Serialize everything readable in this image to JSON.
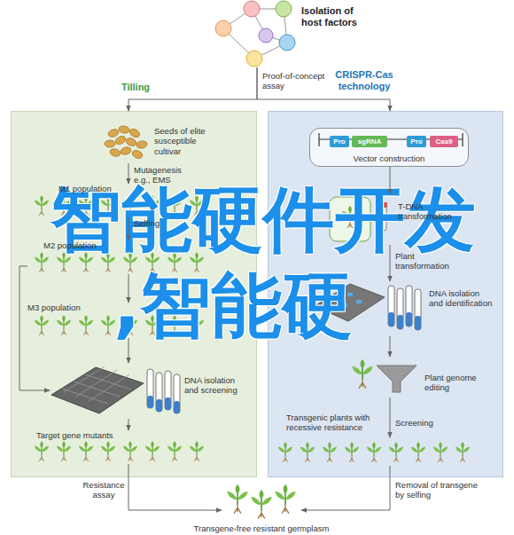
{
  "diagram": {
    "nodes": [
      {
        "text": [
          "Isolation of host factors"
        ]
      },
      {
        "text": [
          "Tilling"
        ]
      },
      {
        "text": [
          "CRISPR-Cas technology"
        ]
      },
      {
        "text": [
          "Seeds of elite susceptible cultivar"
        ],
        "in": 1
      },
      {
        "text": [
          "M1 population"
        ],
        "in": 1
      },
      {
        "text": [
          "M2 population"
        ],
        "in": 1
      },
      {
        "text": [
          "M3 population"
        ],
        "in": 1
      },
      {
        "text": [
          "DNA isolation and screening"
        ],
        "in": 1
      },
      {
        "text": [
          "Target gene mutants"
        ],
        "in": 1
      },
      {
        "text": [
          "Vector construction"
        ],
        "in": 2
      },
      {
        "text": [
          "Pro"
        ],
        "in": 9
      },
      {
        "text": [
          "sgRNA"
        ],
        "in": 9
      },
      {
        "text": [
          "Pro"
        ],
        "in": 9
      },
      {
        "text": [
          "Cas9"
        ],
        "in": 9
      },
      {
        "text": [
          "T-DNA transformation"
        ],
        "in": 2
      },
      {
        "text": [
          "DNA isolation and identification"
        ],
        "in": 2
      },
      {
        "text": [
          "Plant genome editing"
        ],
        "in": 2
      },
      {
        "text": [
          "Transgenic plants with recessive resistance"
        ],
        "in": 2
      },
      {
        "text": [
          "Transgene-free resistant germplasm"
        ]
      }
    ],
    "edges": [
      {
        "from": 0,
        "to": 1,
        "arrow": "to",
        "label": "Proof-of-concept assay"
      },
      {
        "from": 0,
        "to": 2,
        "arrow": "to"
      },
      {
        "from": 3,
        "to": 4,
        "arrow": "to",
        "label": "Mutagenesis e.g., EMS"
      },
      {
        "from": 4,
        "to": 5,
        "arrow": "to",
        "label": "Selfing"
      },
      {
        "from": 5,
        "to": 6,
        "arrow": "to"
      },
      {
        "from": 5,
        "to": 7,
        "arrow": "to"
      },
      {
        "from": 6,
        "to": 7,
        "arrow": "to"
      },
      {
        "from": 7,
        "to": 8,
        "arrow": "to"
      },
      {
        "from": 8,
        "to": 18,
        "arrow": "to",
        "label": "Resistance assay"
      },
      {
        "from": 9,
        "to": 14,
        "arrow": "to"
      },
      {
        "from": 14,
        "to": 15,
        "arrow": "to",
        "label": "Plant transformation"
      },
      {
        "from": 15,
        "to": 16,
        "arrow": "to"
      },
      {
        "from": 16,
        "to": 17,
        "arrow": "to",
        "label": "Screening"
      },
      {
        "from": 17,
        "to": 18,
        "arrow": "to",
        "label": "Removal of transgene by selfing"
      }
    ],
    "labels": [
      "智能硬件开发",
      ",智能硬"
    ]
  }
}
